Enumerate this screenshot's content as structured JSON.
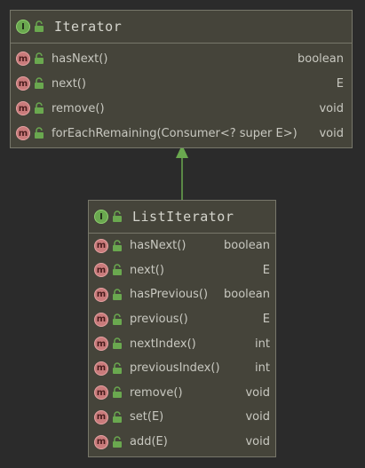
{
  "colors": {
    "background": "#2b2b2b",
    "box_fill": "#45443a",
    "box_border": "#77776a",
    "interface_badge": "#6aa84f",
    "method_badge": "#c97b7b",
    "access_lock": "#6aa84f",
    "text": "#c8c8c0",
    "connector": "#6aa84f"
  },
  "icons": {
    "interface": "interface-badge-icon",
    "method": "method-badge-icon",
    "visibility": "public-lock-icon"
  },
  "badge_letters": {
    "interface": "I",
    "method": "m"
  },
  "iterator": {
    "title": "Iterator",
    "members": [
      {
        "name": "hasNext()",
        "type": "boolean"
      },
      {
        "name": "next()",
        "type": "E"
      },
      {
        "name": "remove()",
        "type": "void"
      },
      {
        "name": "forEachRemaining(Consumer<? super E>)",
        "type": "void"
      }
    ]
  },
  "list_iterator": {
    "title": "ListIterator",
    "members": [
      {
        "name": "hasNext()",
        "type": "boolean"
      },
      {
        "name": "next()",
        "type": "E"
      },
      {
        "name": "hasPrevious()",
        "type": "boolean"
      },
      {
        "name": "previous()",
        "type": "E"
      },
      {
        "name": "nextIndex()",
        "type": "int"
      },
      {
        "name": "previousIndex()",
        "type": "int"
      },
      {
        "name": "remove()",
        "type": "void"
      },
      {
        "name": "set(E)",
        "type": "void"
      },
      {
        "name": "add(E)",
        "type": "void"
      }
    ]
  },
  "relation": {
    "from": "ListIterator",
    "to": "Iterator",
    "kind": "extends"
  }
}
